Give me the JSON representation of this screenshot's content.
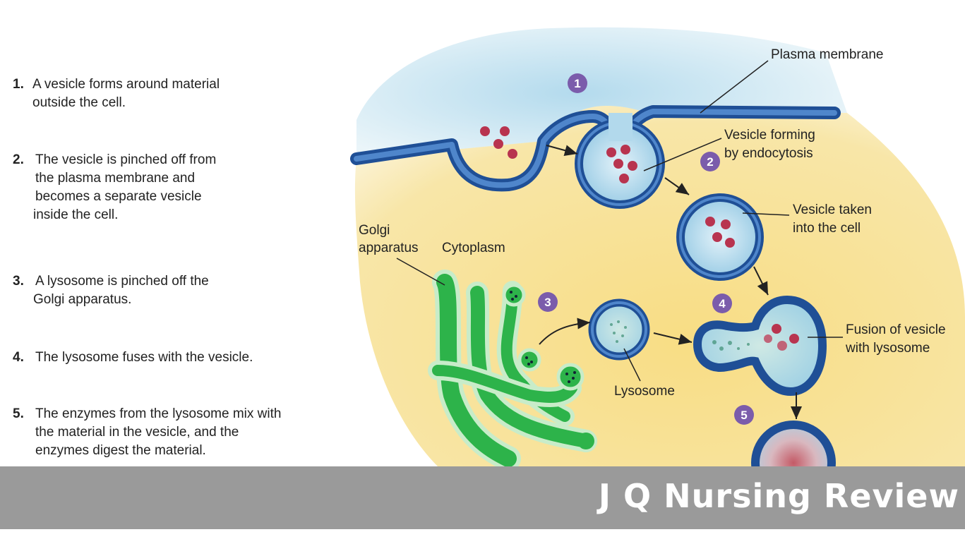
{
  "steps": [
    {
      "num": "1.",
      "lines": [
        "A vesicle forms around material",
        "outside the cell."
      ]
    },
    {
      "num": "2.",
      "lines": [
        "The vesicle is pinched off from",
        "the plasma membrane and",
        "becomes a separate vesicle",
        "inside the cell."
      ]
    },
    {
      "num": "3.",
      "lines": [
        "A lysosome is pinched off the",
        "Golgi apparatus."
      ]
    },
    {
      "num": "4.",
      "lines": [
        "The lysosome fuses with the vesicle."
      ]
    },
    {
      "num": "5.",
      "lines": [
        "The enzymes from the lysosome mix with",
        "the material in the vesicle, and the",
        "enzymes digest the material."
      ]
    }
  ],
  "labels": {
    "plasma_membrane": "Plasma membrane",
    "vesicle_forming": [
      "Vesicle forming",
      "by endocytosis"
    ],
    "vesicle_taken": [
      "Vesicle taken",
      "into the cell"
    ],
    "golgi": [
      "Golgi",
      "apparatus"
    ],
    "cytoplasm": "Cytoplasm",
    "lysosome": "Lysosome",
    "fusion": [
      "Fusion of vesicle",
      "with lysosome"
    ]
  },
  "badges": [
    "1",
    "2",
    "3",
    "4",
    "5"
  ],
  "watermark": "J Q Nursing Review",
  "colors": {
    "membrane": "#2f63ad",
    "cytoplasm": "#f7df8a",
    "extracellular": "#a9d5ea",
    "golgi": "#2db34a",
    "particle": "#b8344f",
    "badge": "#7b5cab",
    "banner": "#9a9a9a"
  }
}
